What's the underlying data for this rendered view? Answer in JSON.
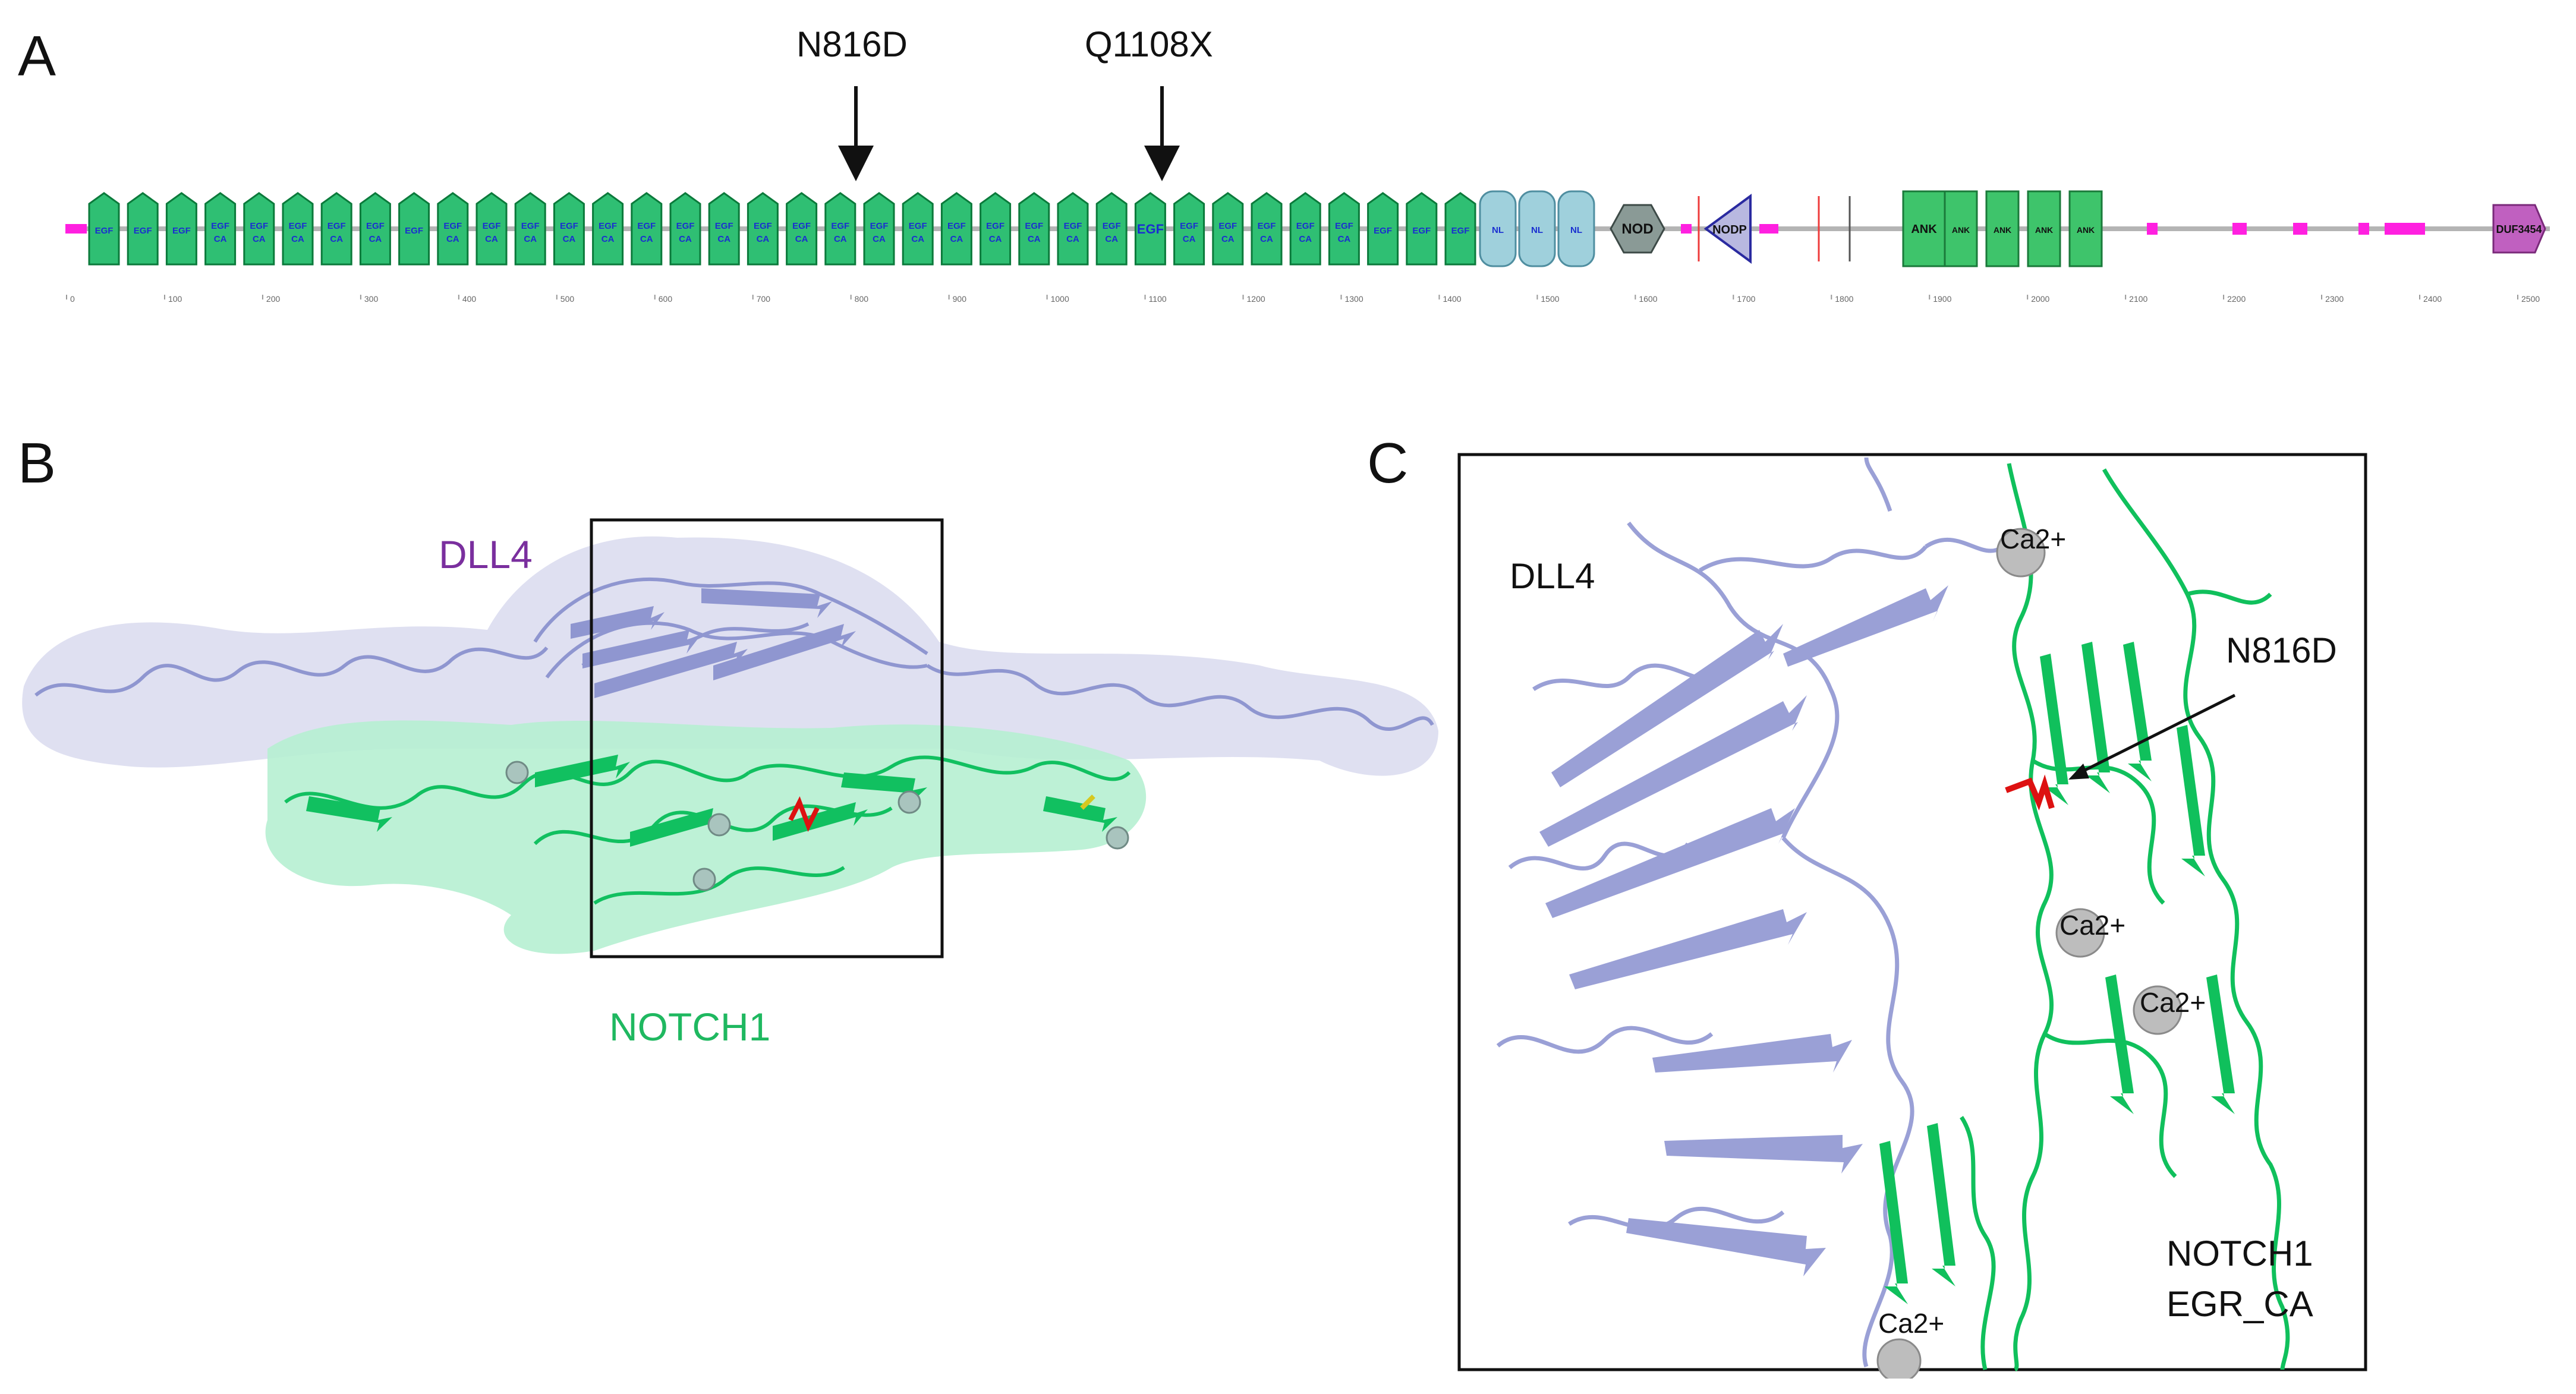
{
  "panel_a": {
    "letter": "A",
    "mutations": [
      {
        "label": "N816D",
        "residue": 816
      },
      {
        "label": "Q1108X",
        "residue": 1108
      }
    ],
    "domains": {
      "egf_labels": [
        "EGF",
        "EGF",
        "EGF",
        "EGF\nCA",
        "EGF\nCA",
        "EGF\nCA",
        "EGF\nCA",
        "EGF\nCA",
        "EGF",
        "EGF\nCA",
        "EGF\nCA",
        "EGF\nCA",
        "EGF\nCA",
        "EGF\nCA",
        "EGF\nCA",
        "EGF\nCA",
        "EGF\nCA",
        "EGF\nCA",
        "EGF\nCA",
        "EGF\nCA",
        "EGF\nCA",
        "EGF\nCA",
        "EGF\nCA",
        "EGF\nCA",
        "EGF\nCA",
        "EGF\nCA",
        "EGF\nCA",
        "EGF",
        "EGF\nCA",
        "EGF\nCA",
        "EGF\nCA",
        "EGF\nCA",
        "EGF\nCA",
        "EGF",
        "EGF",
        "EGF"
      ],
      "egf_big_label": "EGF",
      "egf_small_label": "CA",
      "nl_label": "NL",
      "nod_label": "NOD",
      "nodp_label": "NODP",
      "ank_label": "ANK",
      "duf_label": "DUF3454"
    },
    "axis_ticks": [
      "0",
      "100",
      "200",
      "300",
      "400",
      "500",
      "600",
      "700",
      "800",
      "900",
      "1000",
      "1100",
      "1200",
      "1300",
      "1400",
      "1500",
      "1600",
      "1700",
      "1800",
      "1900",
      "2000",
      "2100",
      "2200",
      "2300",
      "2400",
      "2500"
    ],
    "colors": {
      "egf_fill": "#2fbf73",
      "egf_stroke": "#0b7a3b",
      "egf_text": "#1a2fd0",
      "nl_fill": "#9fd0dc",
      "nod_fill": "#8a9a96",
      "nodp_fill": "#b8b8e0",
      "ank_fill": "#3ec46b",
      "duf_fill": "#c060c0",
      "magenta": "#ff20e0",
      "backbone": "#b4b4b4"
    }
  },
  "panel_b": {
    "letter": "B",
    "dll4_label": "DLL4",
    "notch1_label": "NOTCH1",
    "colors": {
      "dll4": "#8f96d0",
      "dll4_surface": "#d9dbee",
      "notch1": "#11c060",
      "notch1_surface": "#b6f0d2",
      "dll4_text": "#7a2f9e",
      "notch1_text": "#1fb860",
      "mutation": "#dd1111"
    }
  },
  "panel_c": {
    "letter": "C",
    "dll4_label": "DLL4",
    "mutation_label": "N816D",
    "ca_labels": [
      "Ca2+",
      "Ca2+",
      "Ca2+",
      "Ca2+"
    ],
    "notch1_label_line1": "NOTCH1",
    "notch1_label_line2": "EGR_CA",
    "colors": {
      "dll4": "#9aa0d6",
      "notch1": "#10c05c",
      "sphere": "#bdbdbd",
      "mutation": "#dd1111"
    }
  }
}
